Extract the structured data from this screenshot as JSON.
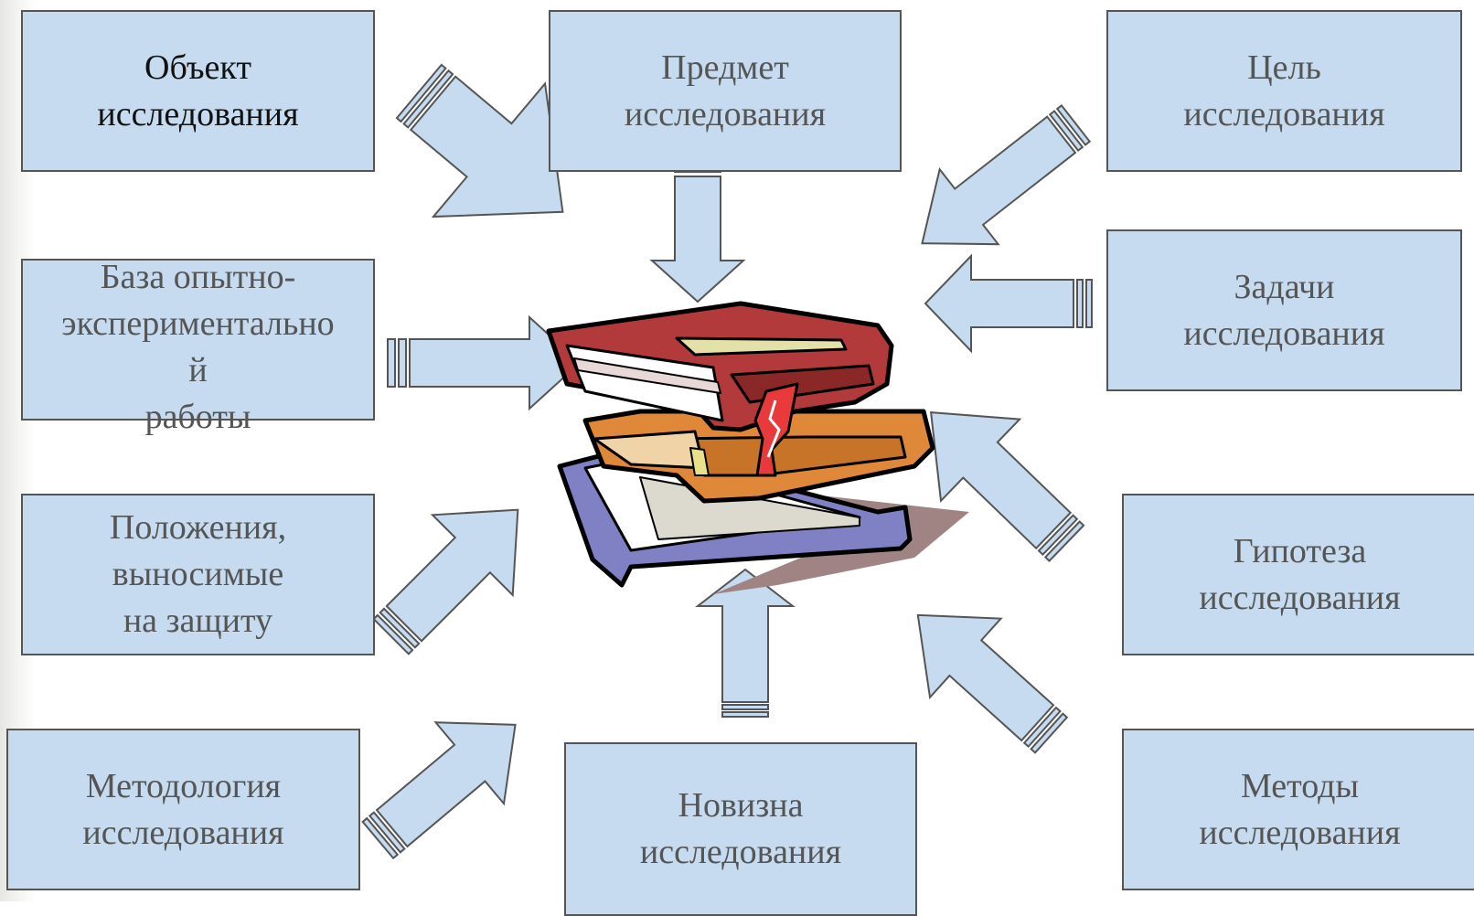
{
  "nodes": {
    "object": "Объект\nисследования",
    "subject": "Предмет\nисследования",
    "goal": "Цель\nисследования",
    "base": "База опытно-\nэкспериментально\nй\nработы",
    "tasks": "Задачи\nисследования",
    "positions": "Положения,\nвыносимые\nна защиту",
    "hypothesis": "Гипотеза\nисследования",
    "methodology": "Методология\nисследования",
    "novelty": "Новизна\nисследования",
    "methods": "Методы\nисследования"
  },
  "colors": {
    "box_fill": "#c6dbef",
    "box_border": "#555555",
    "text": "#555555",
    "book_red": "#b33a3a",
    "book_orange": "#e0883a",
    "book_blue": "#7f7fc8",
    "bookmark": "#e83a3a"
  },
  "icons": {
    "center": "books-stack-icon"
  }
}
